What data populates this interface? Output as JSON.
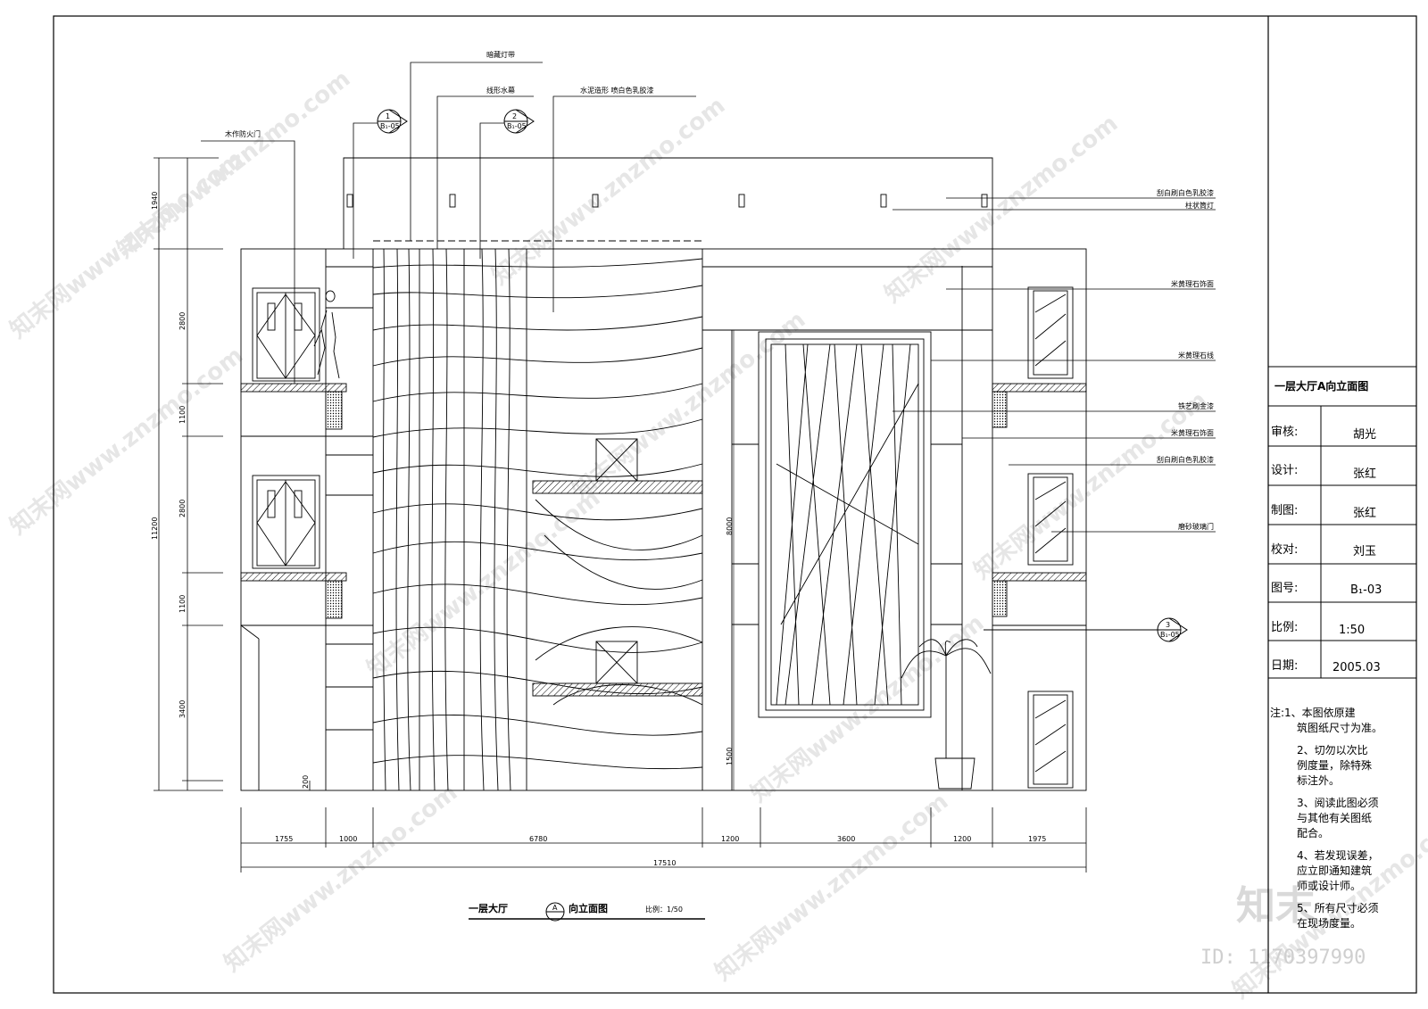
{
  "drawing": {
    "title_main": "一层大厅",
    "title_marker": "A",
    "title_suffix": "向立面图",
    "scale_note": "比例：1/50"
  },
  "callouts_top": {
    "hidden_light": "暗藏灯带",
    "water_curtain": "线形水幕",
    "cement_paint": "水泥造形 喷白色乳胶漆",
    "fire_door": "木作防火门"
  },
  "section_markers": [
    {
      "num": "1",
      "ref": "B₁-05"
    },
    {
      "num": "2",
      "ref": "B₁-05"
    },
    {
      "num": "3",
      "ref": "B₁-05"
    }
  ],
  "callouts_right": [
    "刮白刷白色乳胶漆",
    "柱状筒灯",
    "米黄理石饰面",
    "米黄理石线",
    "铁艺刷金漆",
    "米黄理石饰面",
    "刮白刷白色乳胶漆",
    "磨砂玻璃门"
  ],
  "dims_left": [
    "1940",
    "2800",
    "1100",
    "2800",
    "1100",
    "3400",
    "200"
  ],
  "dim_total_left": "11200",
  "dims_mid": [
    "8000",
    "1500"
  ],
  "dims_bottom": [
    "1755",
    "1000",
    "6780",
    "1200",
    "3600",
    "1200",
    "1975"
  ],
  "dim_total_bottom": "17510",
  "title_block": {
    "sheet_title": "一层大厅A向立面图",
    "rows": [
      {
        "label": "审核:",
        "value": "胡光"
      },
      {
        "label": "设计:",
        "value": "张红"
      },
      {
        "label": "制图:",
        "value": "张红"
      },
      {
        "label": "校对:",
        "value": "刘玉"
      },
      {
        "label": "图号:",
        "value": "B₁-03"
      },
      {
        "label": "比例:",
        "value": "1:50"
      },
      {
        "label": "日期:",
        "value": "2005.03"
      }
    ],
    "notes": [
      "注:1、本图依原建",
      "筑图纸尺寸为准。",
      "2、切勿以次比",
      "例度量，除特殊",
      "标注外。",
      "3、阅读此图必须",
      "与其他有关图纸",
      "配合。",
      "4、若发现误差，",
      "应立即通知建筑",
      "师或设计师。",
      "5、所有尺寸必须",
      "在现场度量。"
    ]
  },
  "watermark": {
    "text": "知末网www.znzmo.com",
    "logo": "知末",
    "id": "ID: 1170397990"
  }
}
